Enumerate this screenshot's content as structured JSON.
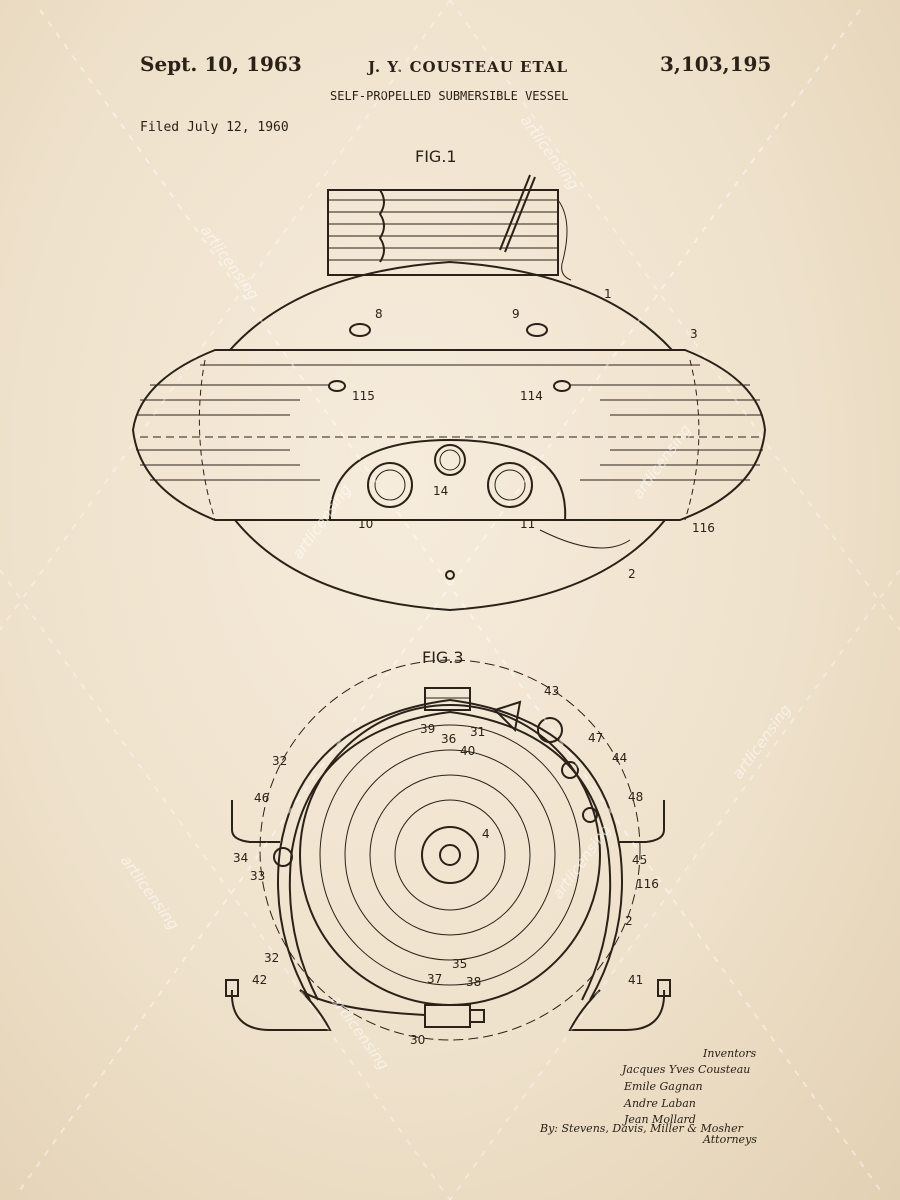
{
  "header": {
    "date": "Sept. 10, 1963",
    "inventor": "J. Y. COUSTEAU ETAL",
    "patent_number": "3,103,195",
    "title": "SELF-PROPELLED SUBMERSIBLE VESSEL",
    "filed": "Filed July 12, 1960"
  },
  "figures": {
    "fig1_label": "FIG.1",
    "fig3_label": "FIG.3"
  },
  "fig1_refs": [
    "1",
    "2",
    "3",
    "8",
    "9",
    "10",
    "11",
    "14",
    "115",
    "114",
    "116"
  ],
  "fig3_refs": [
    "4",
    "2",
    "30",
    "31",
    "32",
    "32",
    "33",
    "34",
    "35",
    "36",
    "37",
    "38",
    "39",
    "40",
    "41",
    "42",
    "43",
    "44",
    "45",
    "46",
    "47",
    "48",
    "116"
  ],
  "signature": {
    "inventors_label": "Inventors",
    "names": [
      "Jacques Yves Cousteau",
      "Emile Gagnan",
      "Andre Laban",
      "Jean Mollard"
    ],
    "attorneys": "By: Stevens, Davis, Miller & Mosher",
    "attorneys_label": "Attorneys"
  },
  "watermark": "artlicensing",
  "colors": {
    "paper": "#efe3cf",
    "ink": "#2a2118"
  }
}
